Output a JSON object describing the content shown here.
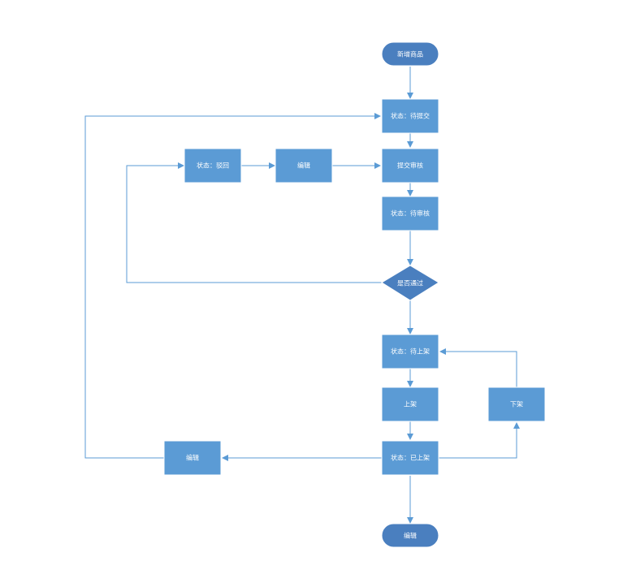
{
  "colors": {
    "node_fill": "#5b9bd5",
    "terminal_fill": "#4a7fbf",
    "node_border": "#ffffff",
    "edge": "#5b9bd5",
    "text": "#ffffff"
  },
  "nodes": {
    "start": {
      "label": "新增商品",
      "shape": "terminal"
    },
    "status_pending_submit": {
      "label": "状态：待提交",
      "shape": "process"
    },
    "status_rejected": {
      "label": "状态：驳回",
      "shape": "process"
    },
    "edit_after_reject": {
      "label": "编辑",
      "shape": "process"
    },
    "submit_review": {
      "label": "提交审核",
      "shape": "process"
    },
    "status_pending_review": {
      "label": "状态：待审核",
      "shape": "process"
    },
    "decision_passed": {
      "label": "是否通过",
      "shape": "decision"
    },
    "status_pending_listing": {
      "label": "状态：待上架",
      "shape": "process"
    },
    "listing": {
      "label": "上架",
      "shape": "process"
    },
    "delisting": {
      "label": "下架",
      "shape": "process"
    },
    "status_listed": {
      "label": "状态：已上架",
      "shape": "process"
    },
    "edit_after_listed": {
      "label": "编辑",
      "shape": "process"
    },
    "end": {
      "label": "编辑",
      "shape": "terminal"
    }
  }
}
